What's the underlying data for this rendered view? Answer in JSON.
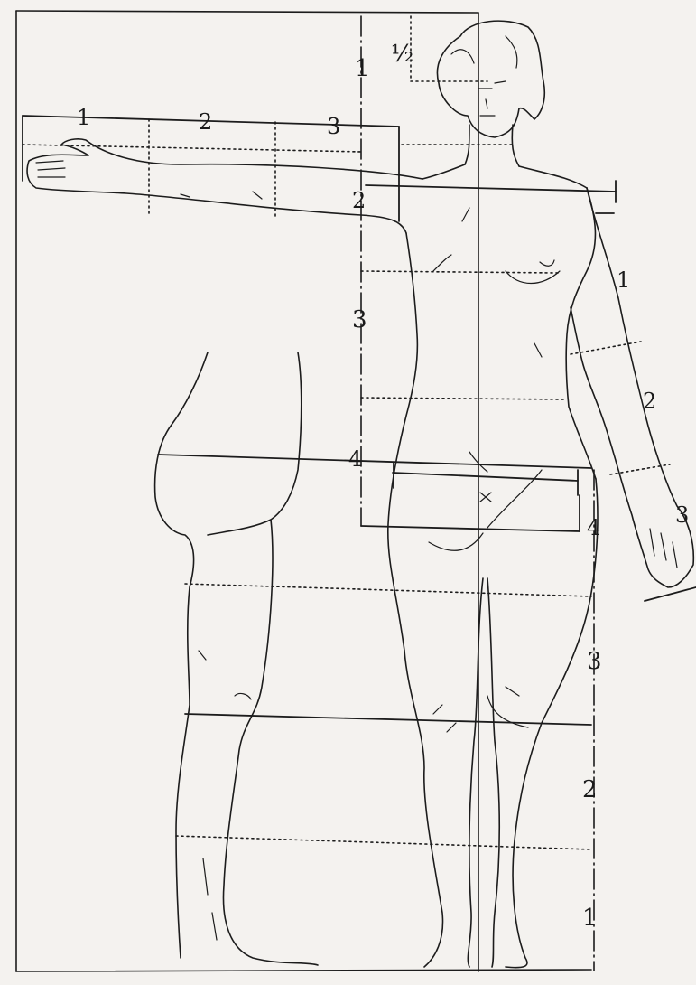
{
  "proportions": {
    "head_half_label": "½",
    "head_label": "1",
    "arm_labels": [
      "1",
      "2",
      "3"
    ],
    "torso_labels": [
      "2",
      "3",
      "4"
    ],
    "leg_labels": [
      "3",
      "2",
      "1"
    ],
    "right_arm_labels": [
      "1",
      "2",
      "3"
    ],
    "hip_label": "4",
    "groin_label": "4"
  },
  "colors": {
    "paper": "#f4f2ef",
    "ink": "#1c1c1c"
  }
}
